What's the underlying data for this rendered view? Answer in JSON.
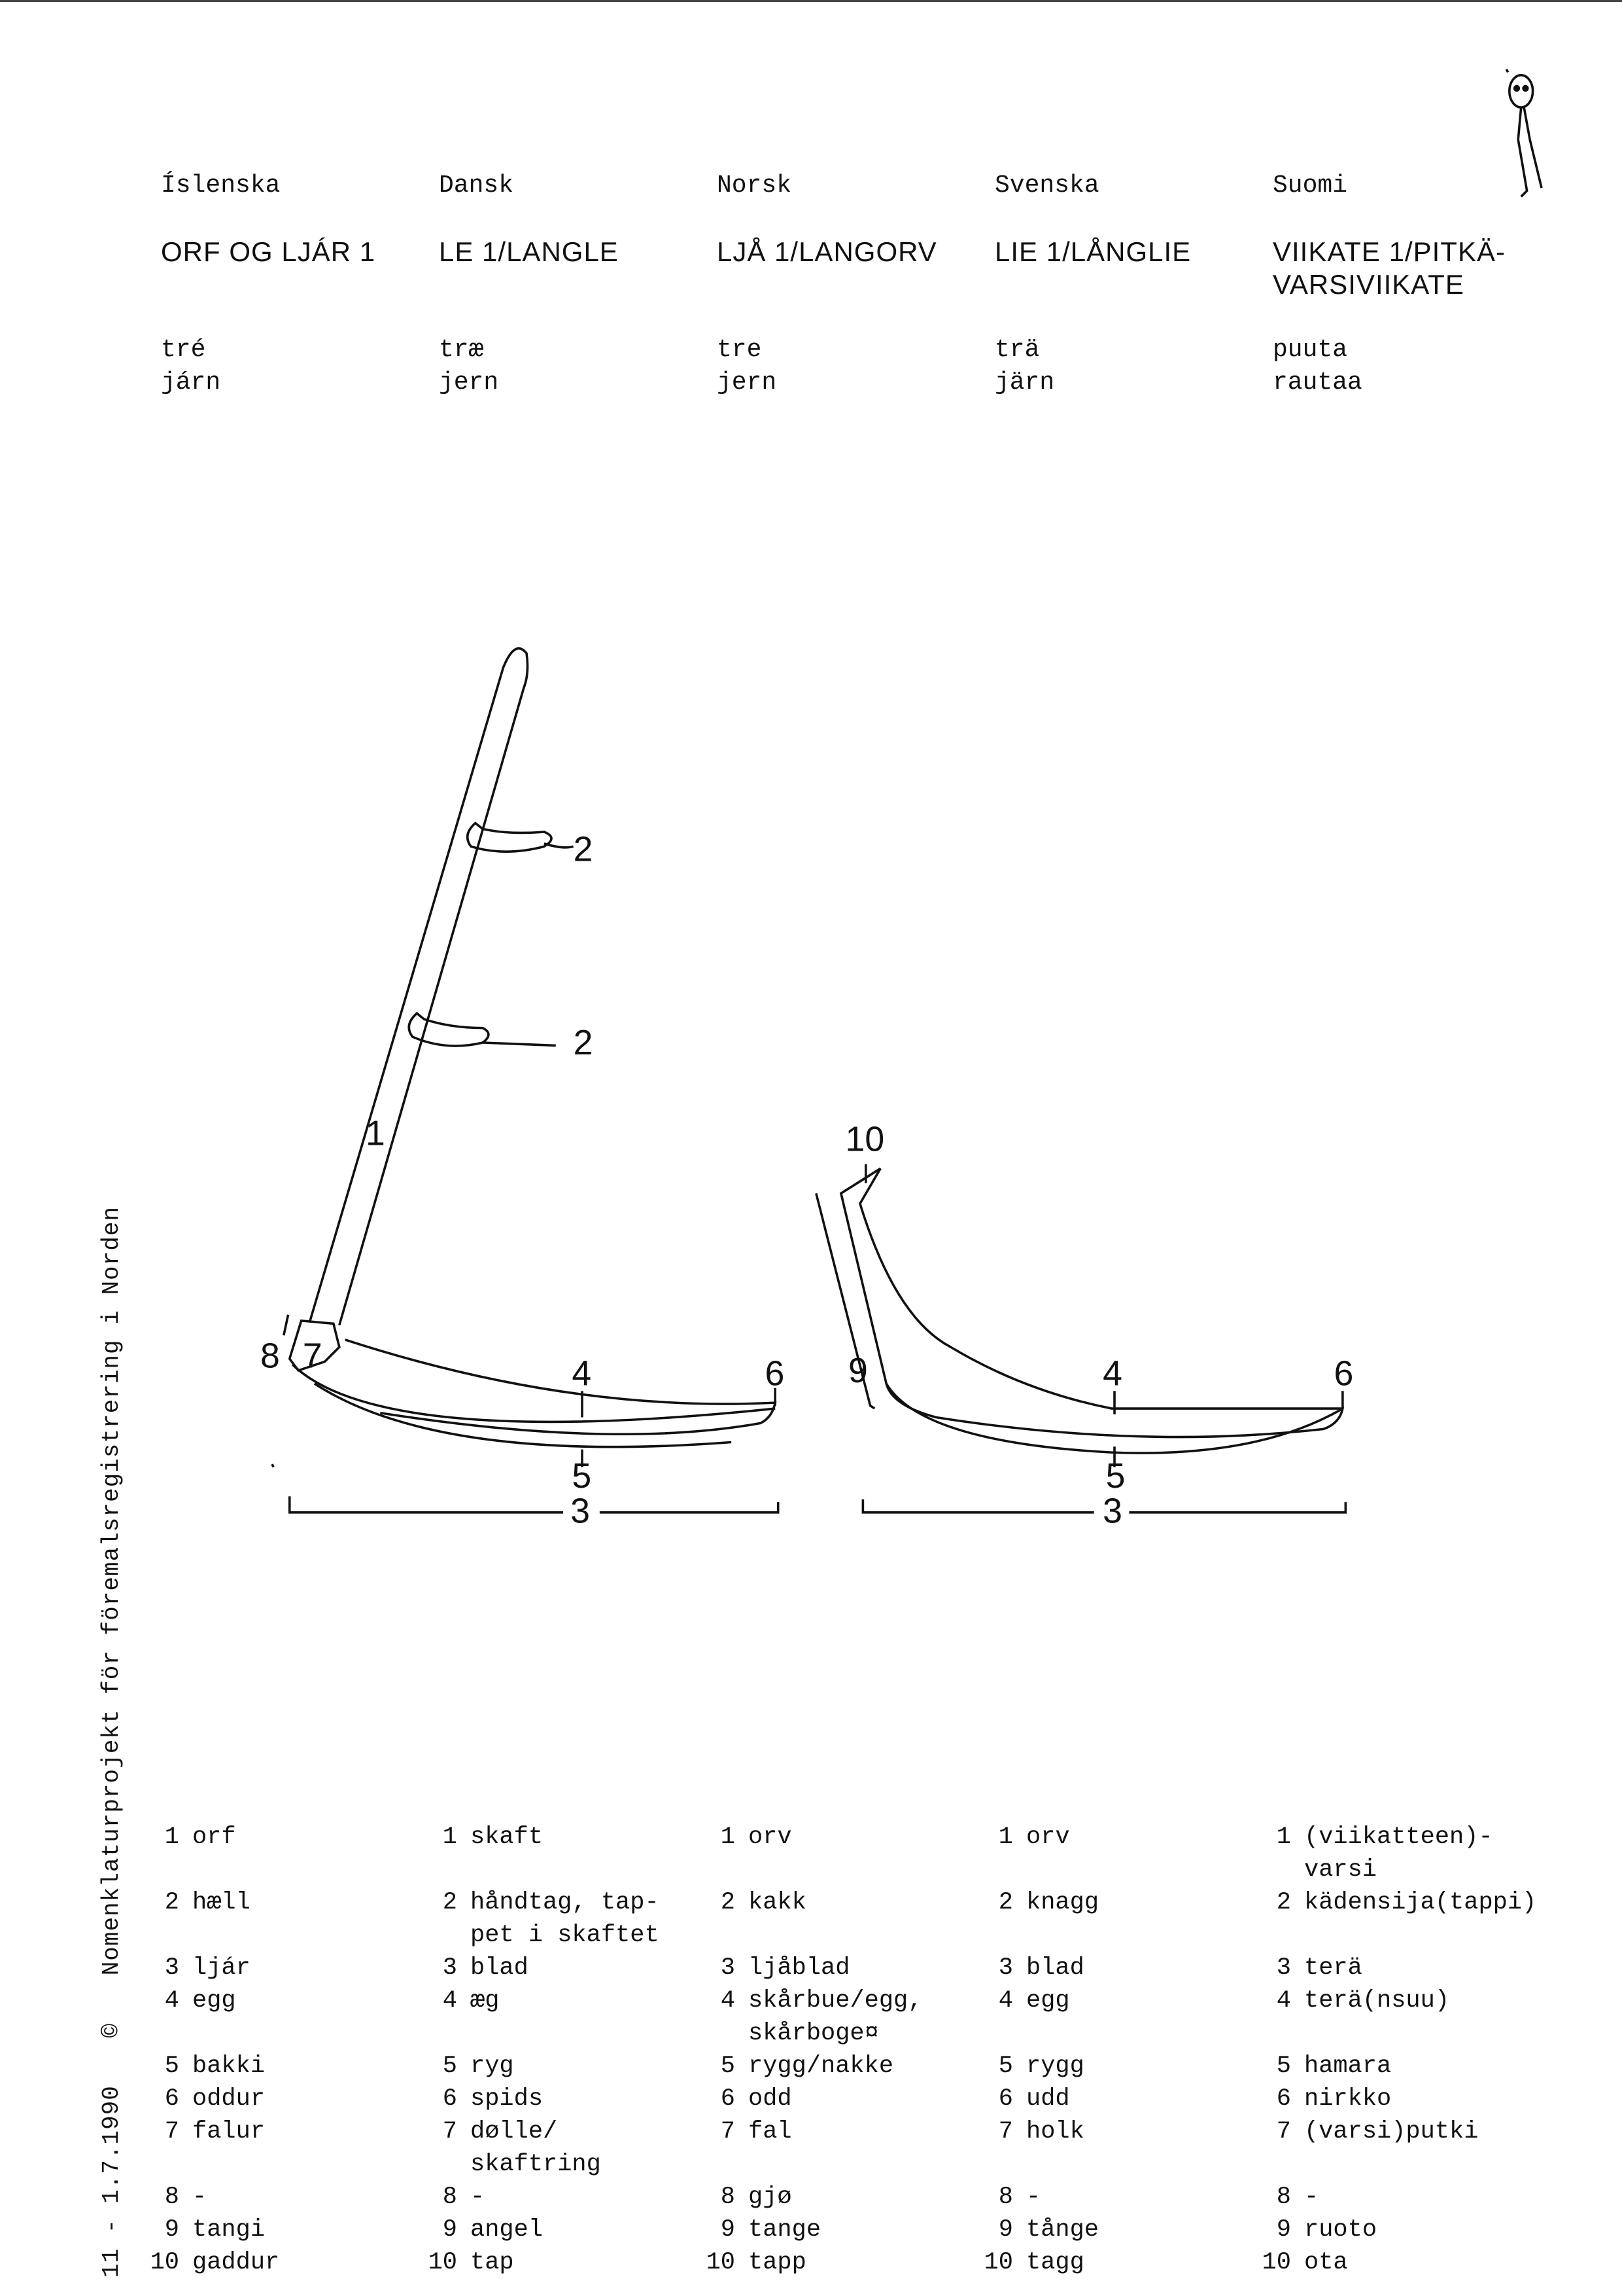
{
  "languages": [
    {
      "name": "Íslenska",
      "title": [
        "ORF OG LJÁR 1"
      ],
      "materials": [
        "tré",
        "járn"
      ]
    },
    {
      "name": "Dansk",
      "title": [
        "LE 1/LANGLE"
      ],
      "materials": [
        "træ",
        "jern"
      ]
    },
    {
      "name": "Norsk",
      "title": [
        "LJÅ 1/LANGORV"
      ],
      "materials": [
        "tre",
        "jern"
      ]
    },
    {
      "name": "Svenska",
      "title": [
        "LIE 1/LÅNGLIE"
      ],
      "materials": [
        "trä",
        "järn"
      ]
    },
    {
      "name": "Suomi",
      "title": [
        "VIIKATE 1/PITKÄ-",
        "VARSIVIIKATE"
      ],
      "materials": [
        "puuta",
        "rautaa"
      ]
    }
  ],
  "parts": [
    [
      [
        "1",
        [
          "orf"
        ]
      ],
      [
        "2",
        [
          "hæll"
        ]
      ],
      [
        "3",
        [
          "ljár"
        ]
      ],
      [
        "4",
        [
          "egg"
        ]
      ],
      [
        "5",
        [
          "bakki"
        ]
      ],
      [
        "6",
        [
          "oddur"
        ]
      ],
      [
        "7",
        [
          "falur"
        ]
      ],
      [
        "8",
        [
          "-"
        ]
      ],
      [
        "9",
        [
          "tangi"
        ]
      ],
      [
        "10",
        [
          "gaddur"
        ]
      ]
    ],
    [
      [
        "1",
        [
          "skaft"
        ]
      ],
      [
        "2",
        [
          "håndtag, tap-",
          "pet i skaftet"
        ]
      ],
      [
        "3",
        [
          "blad"
        ]
      ],
      [
        "4",
        [
          "æg"
        ]
      ],
      [
        "5",
        [
          "ryg"
        ]
      ],
      [
        "6",
        [
          "spids"
        ]
      ],
      [
        "7",
        [
          "dølle/",
          "skaftring"
        ]
      ],
      [
        "8",
        [
          "-"
        ]
      ],
      [
        "9",
        [
          "angel"
        ]
      ],
      [
        "10",
        [
          "tap"
        ]
      ]
    ],
    [
      [
        "1",
        [
          "orv"
        ]
      ],
      [
        "2",
        [
          "kakk"
        ]
      ],
      [
        "3",
        [
          "ljåblad"
        ]
      ],
      [
        "4",
        [
          "skårbue/egg,",
          "skårboge¤"
        ]
      ],
      [
        "5",
        [
          "rygg/nakke"
        ]
      ],
      [
        "6",
        [
          "odd"
        ]
      ],
      [
        "7",
        [
          "fal"
        ]
      ],
      [
        "8",
        [
          "gjø"
        ]
      ],
      [
        "9",
        [
          "tange"
        ]
      ],
      [
        "10",
        [
          "tapp"
        ]
      ]
    ],
    [
      [
        "1",
        [
          "orv"
        ]
      ],
      [
        "2",
        [
          "knagg"
        ]
      ],
      [
        "3",
        [
          "blad"
        ]
      ],
      [
        "4",
        [
          "egg"
        ]
      ],
      [
        "5",
        [
          "rygg"
        ]
      ],
      [
        "6",
        [
          "udd"
        ]
      ],
      [
        "7",
        [
          "holk"
        ]
      ],
      [
        "8",
        [
          "-"
        ]
      ],
      [
        "9",
        [
          "tånge"
        ]
      ],
      [
        "10",
        [
          "tagg"
        ]
      ]
    ],
    [
      [
        "1",
        [
          "(viikatteen)-",
          "varsi"
        ]
      ],
      [
        "2",
        [
          "kädensija(tappi)"
        ]
      ],
      [
        "3",
        [
          "terä"
        ]
      ],
      [
        "4",
        [
          "terä(nsuu)"
        ]
      ],
      [
        "5",
        [
          "hamara"
        ]
      ],
      [
        "6",
        [
          "nirkko"
        ]
      ],
      [
        "7",
        [
          "(varsi)putki"
        ]
      ],
      [
        "8",
        [
          "-"
        ]
      ],
      [
        "9",
        [
          "ruoto"
        ]
      ],
      [
        "10",
        [
          "ota"
        ]
      ]
    ]
  ],
  "drawing_labels": {
    "left": {
      "grip_top": "2",
      "grip_low": "2",
      "shaft": "1",
      "tang_mark": "8",
      "ferrule": "7",
      "edge": "4",
      "point": "6",
      "back": "5",
      "blade": "3"
    },
    "right": {
      "tang_tip": "10",
      "tang": "9",
      "edge": "4",
      "point": "6",
      "back": "5",
      "blade": "3"
    }
  },
  "sidebar": {
    "page": "11 - 1.7.1990",
    "copyright": "©",
    "publisher": "Nomenklaturprojekt för föremalsregistrering i Norden"
  }
}
